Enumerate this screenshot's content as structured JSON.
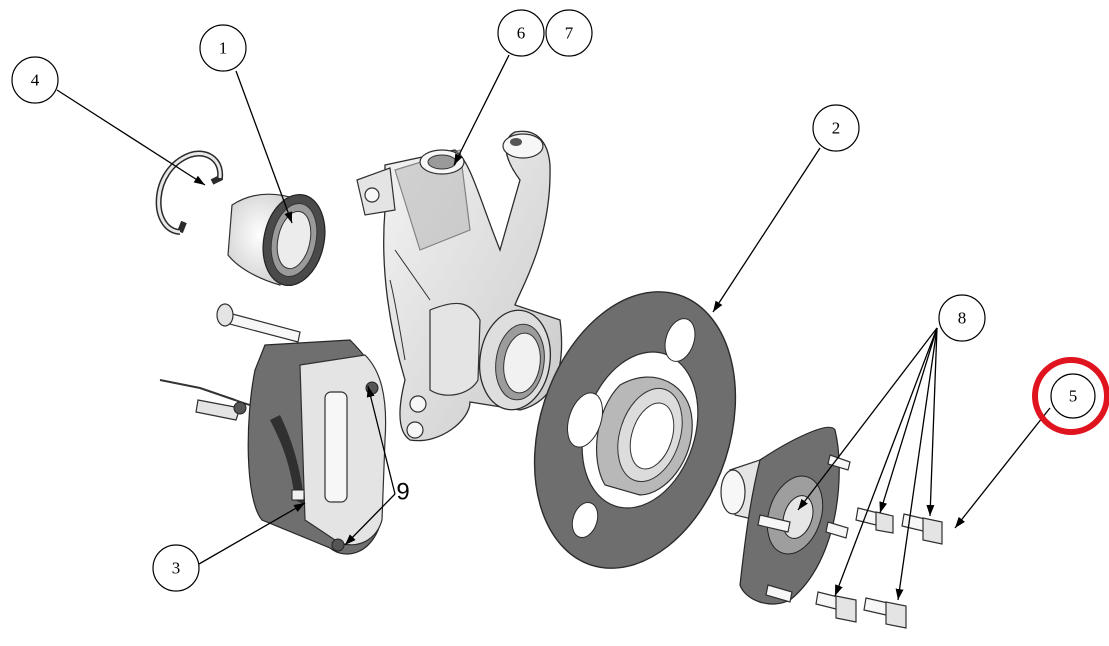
{
  "diagram": {
    "title": "Front wheel hub assembly – exploded view",
    "callouts": [
      {
        "id": "c1",
        "label": "1",
        "part": "wheel-bearing"
      },
      {
        "id": "c2",
        "label": "2",
        "part": "brake-disc"
      },
      {
        "id": "c3",
        "label": "3",
        "part": "brake-caliper"
      },
      {
        "id": "c4",
        "label": "4",
        "part": "retaining-circlip"
      },
      {
        "id": "c5",
        "label": "5",
        "part": "hub-nut",
        "highlighted": true
      },
      {
        "id": "c6",
        "label": "6",
        "part": "steering-knuckle"
      },
      {
        "id": "c7",
        "label": "7",
        "part": "steering-knuckle-alt"
      },
      {
        "id": "c8",
        "label": "8",
        "part": "hub-bolts"
      },
      {
        "id": "c9",
        "label": "9",
        "part": "caliper-mount-bolts"
      }
    ],
    "highlight_color": "#e0141e",
    "line_color": "#000000"
  }
}
